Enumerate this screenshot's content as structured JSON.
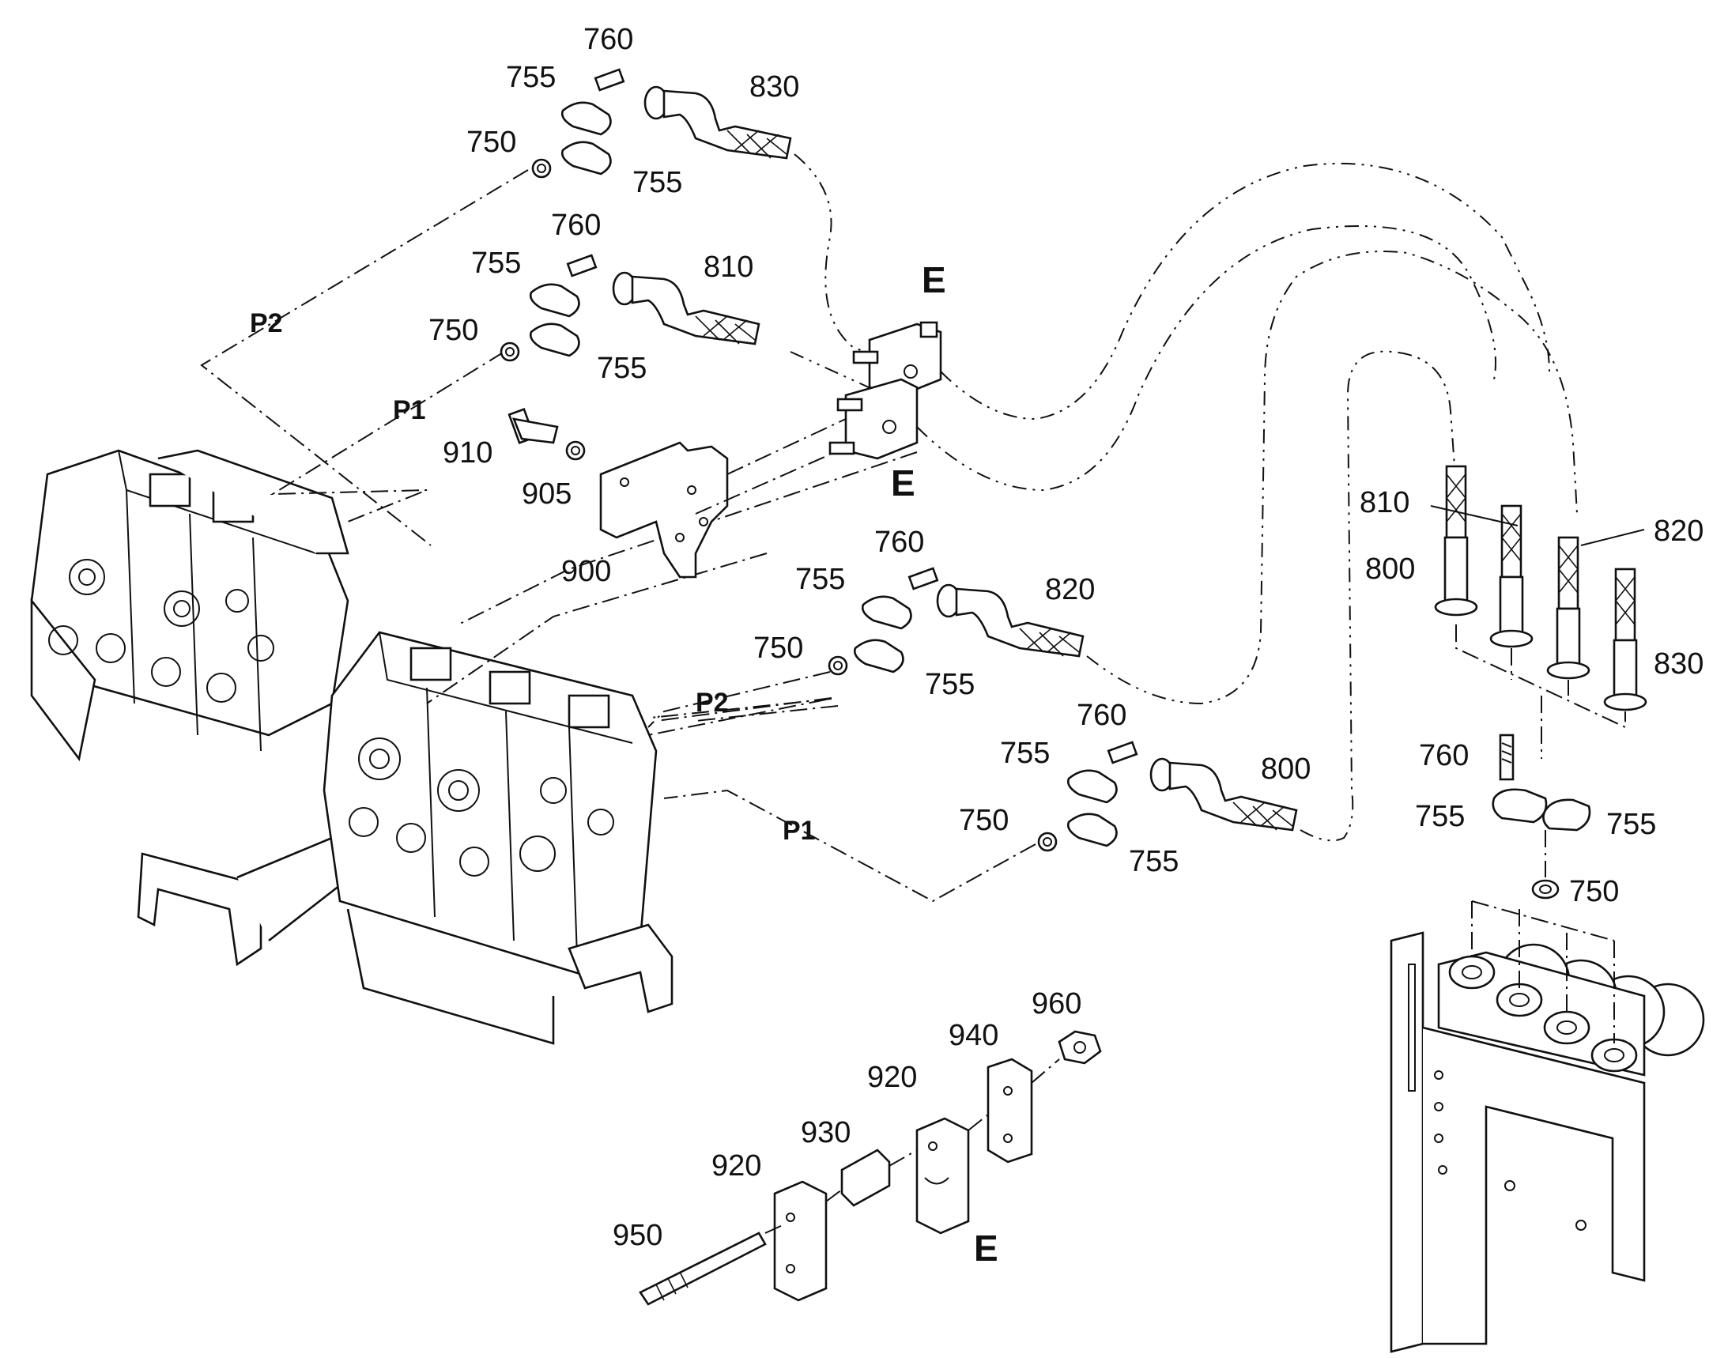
{
  "labels": {
    "c830_760": "760",
    "c830_755a": "755",
    "c830_750": "750",
    "c830_755b": "755",
    "c830_830": "830",
    "c810_760": "760",
    "c810_755a": "755",
    "c810_750": "750",
    "c810_755b": "755",
    "c810_810": "810",
    "p2_top": "P2",
    "p1_top": "P1",
    "b910": "910",
    "b905": "905",
    "b900": "900",
    "e_top": "E",
    "e_mid": "E",
    "c820_760": "760",
    "c820_755a": "755",
    "c820_750": "750",
    "c820_755b": "755",
    "c820_820": "820",
    "p2_mid": "P2",
    "c800_760": "760",
    "c800_755a": "755",
    "c800_750": "750",
    "c800_755b": "755",
    "c800_800": "800",
    "p1_low": "P1",
    "r810": "810",
    "r800": "800",
    "r820": "820",
    "r830": "830",
    "r760": "760",
    "r755a": "755",
    "r755b": "755",
    "r750": "750",
    "e960": "960",
    "e940": "940",
    "e920a": "920",
    "e930": "930",
    "e920b": "920",
    "e950": "950",
    "e_bottom": "E"
  }
}
